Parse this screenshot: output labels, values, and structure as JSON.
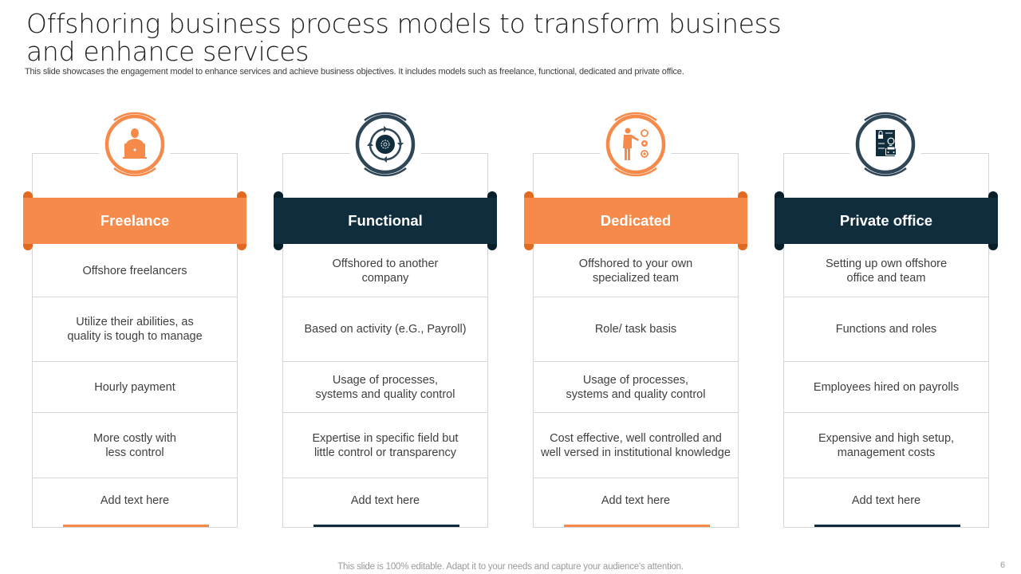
{
  "slide": {
    "title": "Offshoring business process models to transform business and enhance services",
    "subtitle": "This slide showcases the engagement model to enhance services and achieve business objectives. It includes models such as freelance, functional, dedicated and private office.",
    "footer": "This slide is 100% editable. Adapt it to your needs and capture your audience's attention.",
    "page_number": "6"
  },
  "colors": {
    "orange": "#f58a4b",
    "orange_dark": "#e06a22",
    "navy": "#0f2d3d",
    "navy_dark": "#08202c",
    "icon_navy": "#2f4656",
    "border": "#d6d6d6"
  },
  "models": [
    {
      "name": "Freelance",
      "theme": "orange",
      "icon": "freelancer-laptop-icon",
      "rows": [
        "Offshore freelancers",
        "Utilize their abilities, as\nquality is tough to manage",
        "Hourly payment",
        "More costly with\nless control",
        "Add text here"
      ]
    },
    {
      "name": "Functional",
      "theme": "navy",
      "icon": "process-cycle-gear-icon",
      "rows": [
        "Offshored to another\ncompany",
        "Based on activity (e.G., Payroll)",
        "Usage of processes,\nsystems and quality  control",
        "Expertise in specific field but\nlittle control or transparency",
        "Add text here"
      ]
    },
    {
      "name": "Dedicated",
      "theme": "orange",
      "icon": "person-presenting-options-icon",
      "rows": [
        "Offshored to your own\nspecialized team",
        "Role/ task basis",
        "Usage of processes,\nsystems and quality  control",
        "Cost effective, well controlled and\nwell versed in institutional knowledge",
        "Add text here"
      ]
    },
    {
      "name": "Private office",
      "theme": "navy",
      "icon": "office-document-lock-car-icon",
      "rows": [
        "Setting up own offshore\noffice and team",
        "Functions and roles",
        "Employees hired on payrolls",
        "Expensive and high setup,\nmanagement costs",
        "Add text here"
      ]
    }
  ]
}
